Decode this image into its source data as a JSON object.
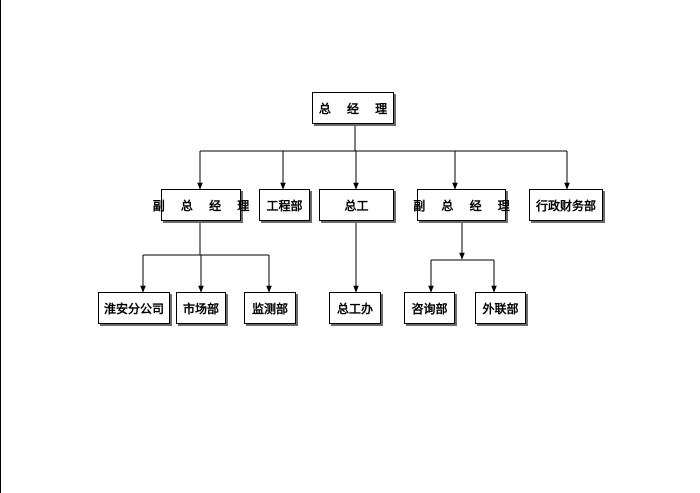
{
  "org_chart": {
    "root": "总 经 理",
    "level1": {
      "deputy_gm_1": "副 总 经 理",
      "engineering": "工程部",
      "chief_engineer": "总工",
      "deputy_gm_2": "副 总 经 理",
      "admin_finance": "行政财务部"
    },
    "level2": {
      "huaian_branch": "淮安分公司",
      "market": "市场部",
      "monitoring": "监测部",
      "chief_engineer_office": "总工办",
      "consulting": "咨询部",
      "external_liaison": "外联部"
    }
  },
  "colors": {
    "line": "#000000",
    "box_border": "#000000",
    "shadow": "#6a6a6a"
  }
}
